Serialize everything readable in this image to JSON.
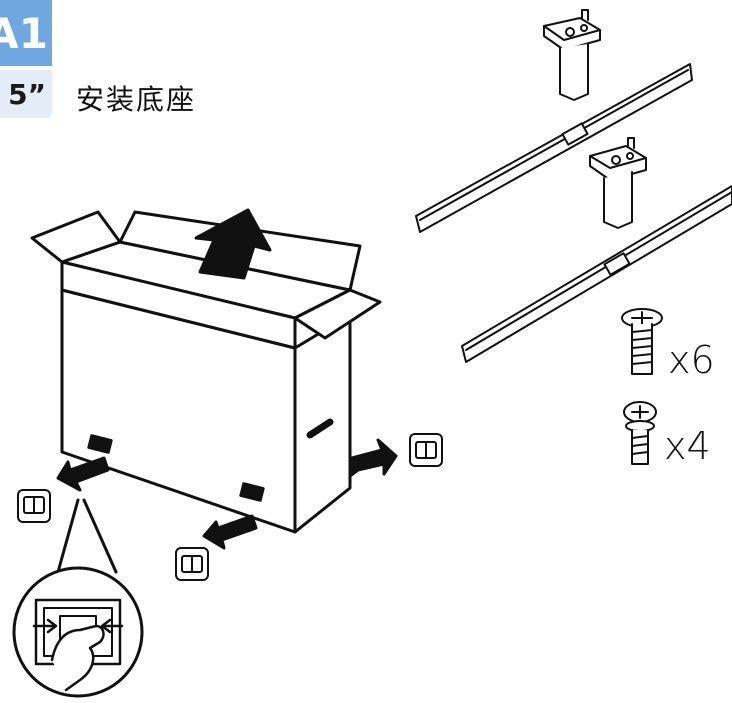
{
  "badge": {
    "step": "A1",
    "size_suffix": "5”"
  },
  "title": "安装底座",
  "quantities": {
    "screw_long": "x6",
    "screw_short": "x4"
  },
  "colors": {
    "badge_blue": "#6fa8e0",
    "badge_light": "#e3ecf7",
    "line": "#111111"
  }
}
